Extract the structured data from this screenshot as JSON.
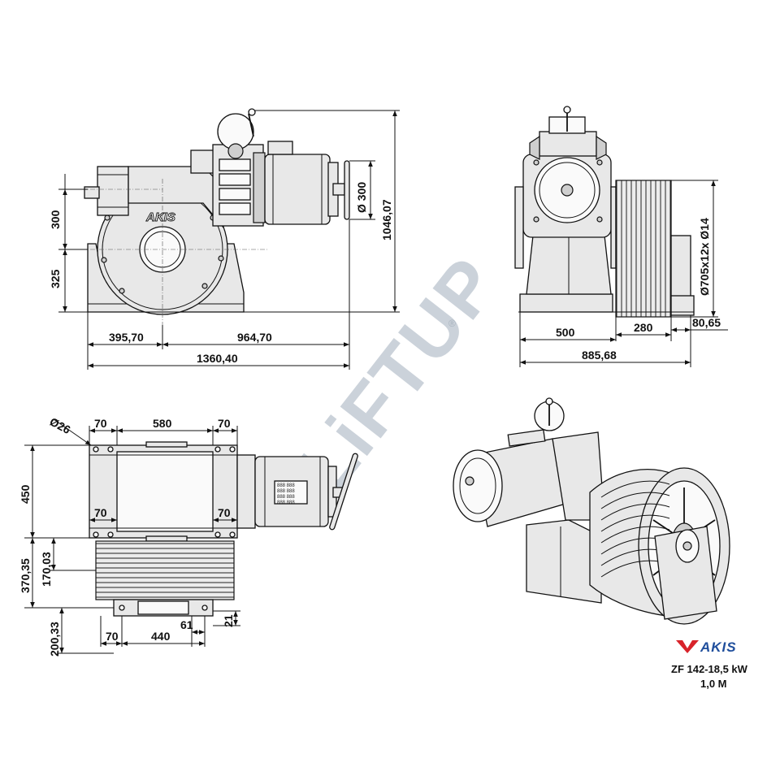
{
  "watermark": {
    "text": "LiFTUP",
    "registered": "®",
    "color": "#9aa7b4"
  },
  "brand": {
    "logo_text": "AKIS",
    "logo_color_red": "#d8232a",
    "logo_color_blue": "#1f4e9c"
  },
  "model": {
    "line1": "ZF 142-18,5 kW",
    "line2": "1,0 M"
  },
  "front_view": {
    "dims": {
      "h_300": "300",
      "h_325": "325",
      "d_300": "Ø 300",
      "h_1046": "1046,07",
      "w_395": "395,70",
      "w_964": "964,70",
      "w_1360": "1360,40"
    },
    "motor_logo": "AKIS"
  },
  "side_view": {
    "dims": {
      "sheave": "Ø705x12x Ø14",
      "w_500": "500",
      "w_280": "280",
      "w_80": "80,65",
      "w_885": "885,68"
    }
  },
  "top_view": {
    "dims": {
      "hole": "Ø26",
      "t70a": "70",
      "t580": "580",
      "t70b": "70",
      "m70a": "70",
      "m70b": "70",
      "v450": "450",
      "v370": "370,35",
      "v170": "170,03",
      "v200": "200,33",
      "b21": "21",
      "b61": "61",
      "b70": "70",
      "b440": "440"
    },
    "plate_text": [
      "888 888",
      "888 888",
      "888 888",
      "888 888"
    ]
  }
}
